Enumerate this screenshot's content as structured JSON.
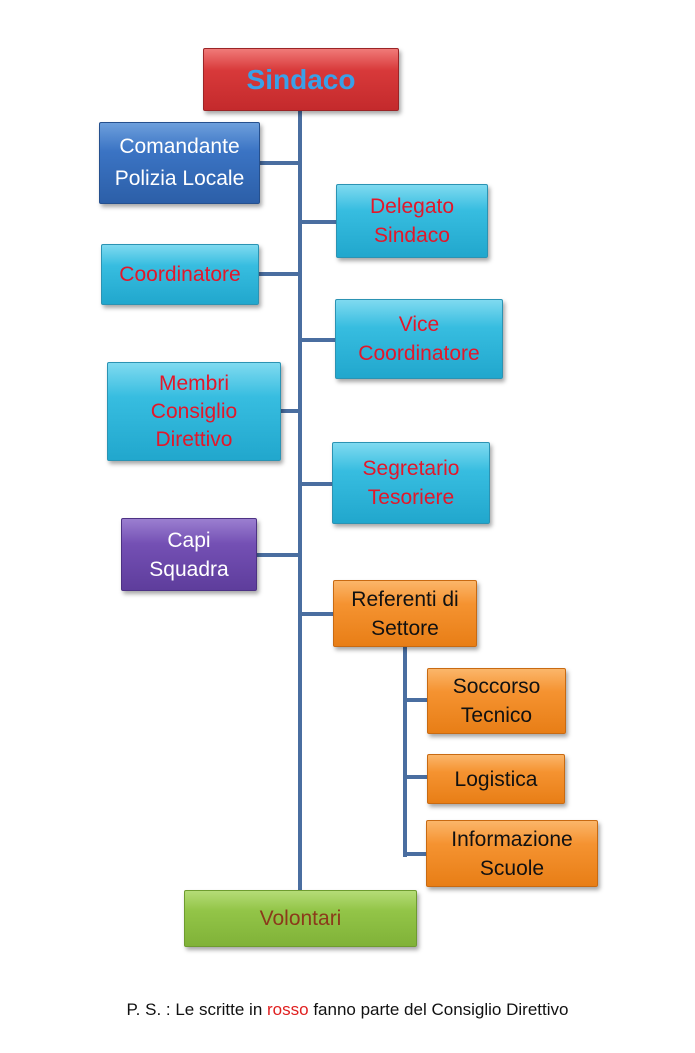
{
  "org_chart": {
    "top": {
      "label": "Sindaco",
      "text_color": "#3aa0e8"
    },
    "left_nodes": [
      {
        "label": "Comandante\nPolizia Locale",
        "color": "blue",
        "text_color": "#ffffff"
      },
      {
        "label": "Coordinatore",
        "color": "cyan",
        "text_color": "#e3172a"
      },
      {
        "label": "Membri\nConsiglio\nDirettivo",
        "color": "cyan",
        "text_color": "#e3172a"
      },
      {
        "label": "Capi\nSquadra",
        "color": "purple",
        "text_color": "#ffffff"
      }
    ],
    "right_nodes": [
      {
        "label": "Delegato\nSindaco",
        "color": "cyan",
        "text_color": "#e3172a"
      },
      {
        "label": "Vice\nCoordinatore",
        "color": "cyan",
        "text_color": "#e3172a"
      },
      {
        "label": "Segretario\nTesoriere",
        "color": "cyan",
        "text_color": "#e3172a"
      },
      {
        "label": "Referenti di\nSettore",
        "color": "orange",
        "text_color": "#111111"
      }
    ],
    "sector_children": [
      {
        "label": "Soccorso\nTecnico",
        "color": "orange",
        "text_color": "#111111"
      },
      {
        "label": "Logistica",
        "color": "orange",
        "text_color": "#111111"
      },
      {
        "label": "Informazione\nScuole",
        "color": "orange",
        "text_color": "#111111"
      }
    ],
    "bottom": {
      "label": "Volontari",
      "color": "green",
      "text_color": "#8b3a1a"
    },
    "connector_color": "#4a6ea0"
  },
  "footnote": {
    "before": "P. S. : Le scritte in ",
    "highlight": "rosso",
    "after": " fanno parte del Consiglio Direttivo",
    "highlight_color": "#e02020"
  }
}
